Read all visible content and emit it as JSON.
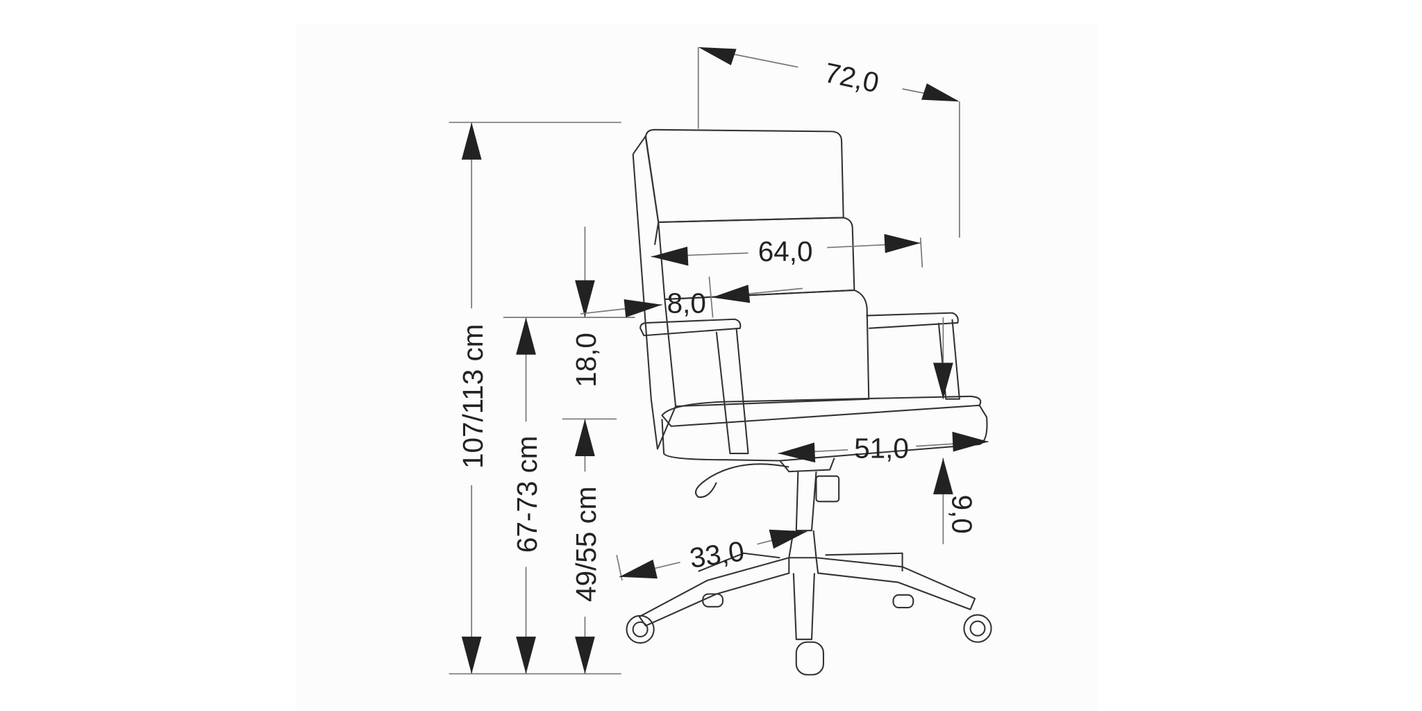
{
  "diagram": {
    "subject": "office-chair",
    "colors": {
      "background": "#ffffff",
      "panel": "#fcfcfc",
      "ink": "#222222"
    },
    "dimensions": {
      "depth_total": "72,0",
      "height_total": "107/113 cm",
      "armrest_height": "67-73 cm",
      "seat_height": "49/55 cm",
      "armrest_above_seat": "18,0",
      "width_total": "64,0",
      "armrest_width": "8,0",
      "seat_depth": "51,0",
      "seat_thickness": "9,0",
      "base_radius": "33,0"
    }
  }
}
